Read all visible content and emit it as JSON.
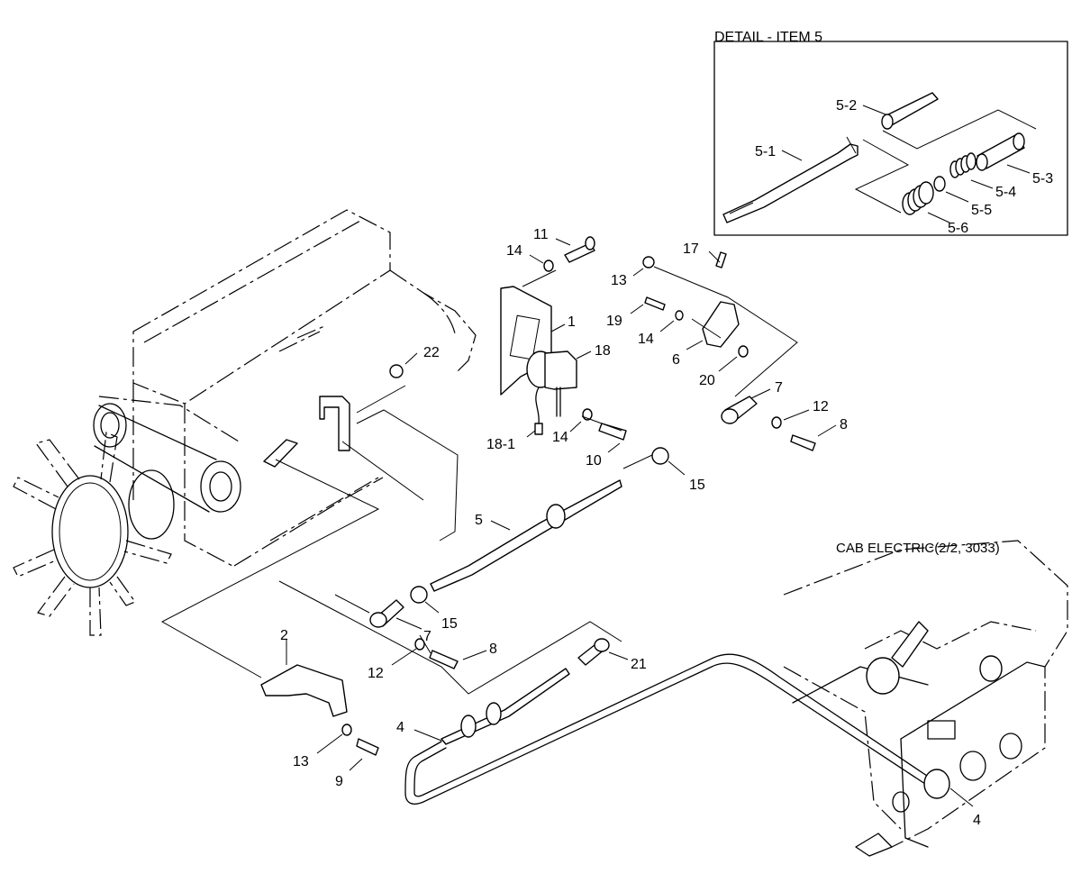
{
  "detail_title": "DETAIL - ITEM 5",
  "cab_label": "CAB ELECTRIC(2/2, 3033)",
  "callouts": {
    "c1": "1",
    "c2": "2",
    "c4a": "4",
    "c4b": "4",
    "c5": "5",
    "c6": "6",
    "c7a": "7",
    "c7b": "7",
    "c8a": "8",
    "c8b": "8",
    "c9": "9",
    "c10": "10",
    "c11": "11",
    "c12a": "12",
    "c12b": "12",
    "c13a": "13",
    "c13b": "13",
    "c14a": "14",
    "c14b": "14",
    "c14c": "14",
    "c15a": "15",
    "c15b": "15",
    "c17": "17",
    "c18": "18",
    "c18_1": "18-1",
    "c19": "19",
    "c20": "20",
    "c21": "21",
    "c22": "22",
    "d5_1": "5-1",
    "d5_2": "5-2",
    "d5_3": "5-3",
    "d5_4": "5-4",
    "d5_5": "5-5",
    "d5_6": "5-6"
  }
}
